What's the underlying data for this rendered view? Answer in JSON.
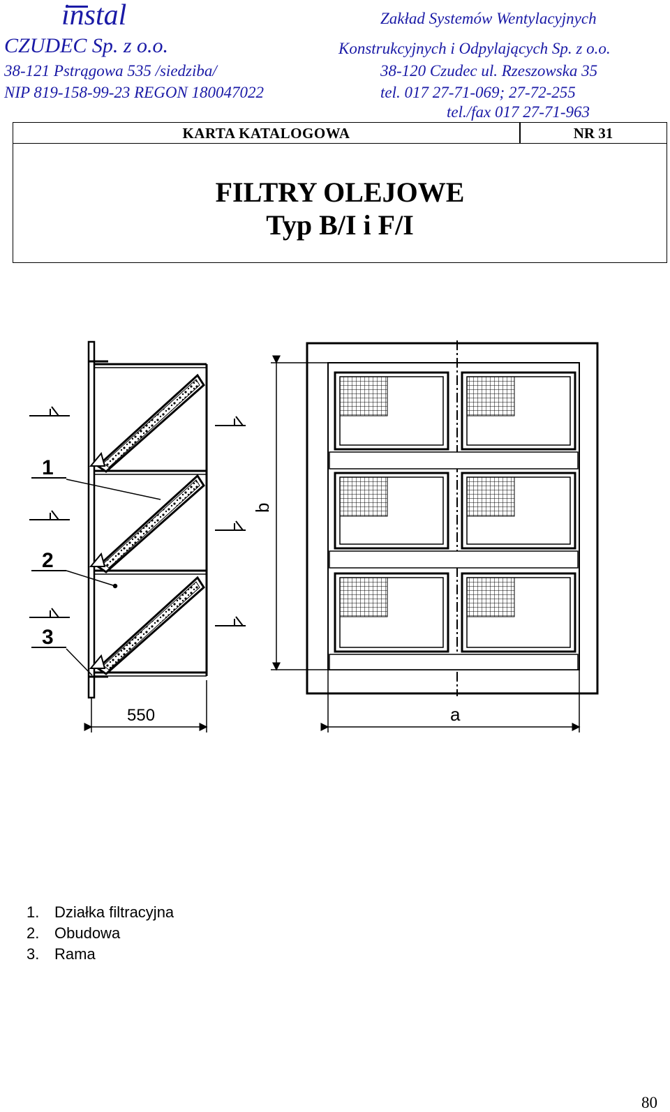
{
  "header": {
    "logo": "instal",
    "company": "CZUDEC Sp. z o.o.",
    "address": "38-121 Pstrągowa 535 /siedziba/",
    "registry": "NIP 819-158-99-23 REGON 180047022",
    "right_line1": "Zakład Systemów  Wentylacyjnych",
    "right_line2": "Konstrukcyjnych i Odpylających Sp. z o.o.",
    "right_line3": "38-120 Czudec ul. Rzeszowska 35",
    "right_line4": "tel. 017 27-71-069; 27-72-255",
    "right_line5": "tel./fax 017  27-71-963",
    "color": "#1a1aa6"
  },
  "card": {
    "label": "KARTA  KATALOGOWA",
    "number": "NR  31",
    "title": "FILTRY  OLEJOWE",
    "subtitle": "Typ B/I  i F/I"
  },
  "drawing": {
    "callouts": [
      "1",
      "2",
      "3"
    ],
    "dim_depth": "550",
    "dim_width": "a",
    "dim_height": "b"
  },
  "legend": [
    {
      "num": "1.",
      "text": "Działka filtracyjna"
    },
    {
      "num": "2.",
      "text": "Obudowa"
    },
    {
      "num": "3.",
      "text": "Rama"
    }
  ],
  "page_number": "80"
}
